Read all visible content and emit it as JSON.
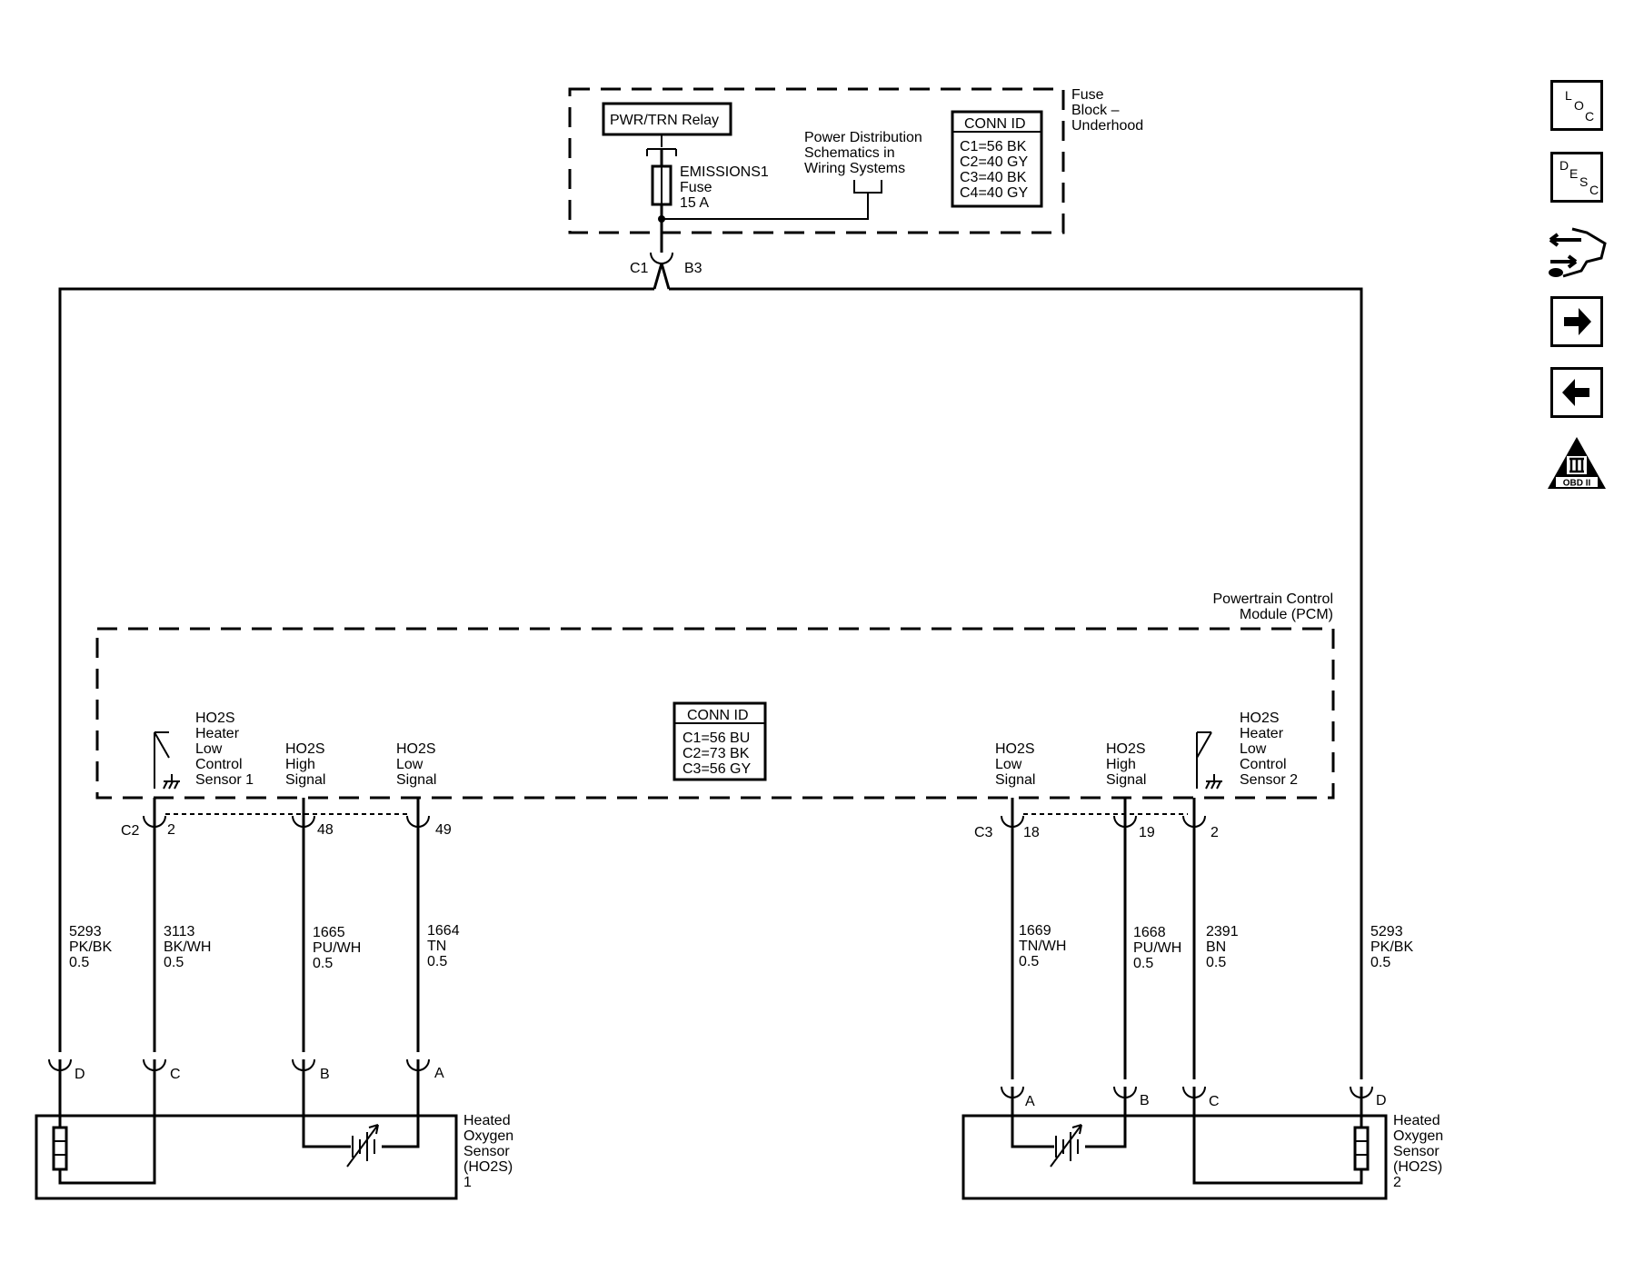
{
  "fuse_block": {
    "title": [
      "Fuse",
      "Block –",
      "Underhood"
    ],
    "relay": "PWR/TRN Relay",
    "fuse": [
      "EMISSIONS1",
      "Fuse",
      "15 A"
    ],
    "power_dist": [
      "Power Distribution",
      "Schematics in",
      "Wiring Systems"
    ],
    "conn_id": {
      "title": "CONN ID",
      "rows": [
        "C1=56 BK",
        "C2=40 GY",
        "C3=40 BK",
        "C4=40 GY"
      ]
    },
    "connector": {
      "left": "C1",
      "right": "B3"
    }
  },
  "pcm": {
    "title": [
      "Powertrain Control",
      "Module (PCM)"
    ],
    "conn_id": {
      "title": "CONN ID",
      "rows": [
        "C1=56 BU",
        "C2=73 BK",
        "C3=56 GY"
      ]
    },
    "left_labels": {
      "heater": [
        "HO2S",
        "Heater",
        "Low",
        "Control",
        "Sensor 1"
      ],
      "high": [
        "HO2S",
        "High",
        "Signal"
      ],
      "low": [
        "HO2S",
        "Low",
        "Signal"
      ]
    },
    "right_labels": {
      "low": [
        "HO2S",
        "Low",
        "Signal"
      ],
      "high": [
        "HO2S",
        "High",
        "Signal"
      ],
      "heater": [
        "HO2S",
        "Heater",
        "Low",
        "Control",
        "Sensor 2"
      ]
    },
    "left_connector": "C2",
    "left_pins": [
      "2",
      "48",
      "49"
    ],
    "right_connector": "C3",
    "right_pins": [
      "18",
      "19",
      "2"
    ]
  },
  "wires": {
    "w1": [
      "5293",
      "PK/BK",
      "0.5"
    ],
    "w2": [
      "3113",
      "BK/WH",
      "0.5"
    ],
    "w3": [
      "1665",
      "PU/WH",
      "0.5"
    ],
    "w4": [
      "1664",
      "TN",
      "0.5"
    ],
    "w5": [
      "1669",
      "TN/WH",
      "0.5"
    ],
    "w6": [
      "1668",
      "PU/WH",
      "0.5"
    ],
    "w7": [
      "2391",
      "BN",
      "0.5"
    ],
    "w8": [
      "5293",
      "PK/BK",
      "0.5"
    ]
  },
  "sensor1": {
    "label": [
      "Heated",
      "Oxygen",
      "Sensor",
      "(HO2S)",
      "1"
    ],
    "pins": [
      "D",
      "C",
      "B",
      "A"
    ]
  },
  "sensor2": {
    "label": [
      "Heated",
      "Oxygen",
      "Sensor",
      "(HO2S)",
      "2"
    ],
    "pins": [
      "A",
      "B",
      "C",
      "D"
    ]
  },
  "nav": {
    "loc": [
      "L",
      "O",
      "C"
    ],
    "desc": [
      "D",
      "E",
      "S",
      "C"
    ],
    "obd": "OBD II",
    "icons": [
      "loc-icon",
      "desc-icon",
      "connector-icon",
      "next-arrow-icon",
      "prev-arrow-icon",
      "obd2-icon"
    ]
  }
}
